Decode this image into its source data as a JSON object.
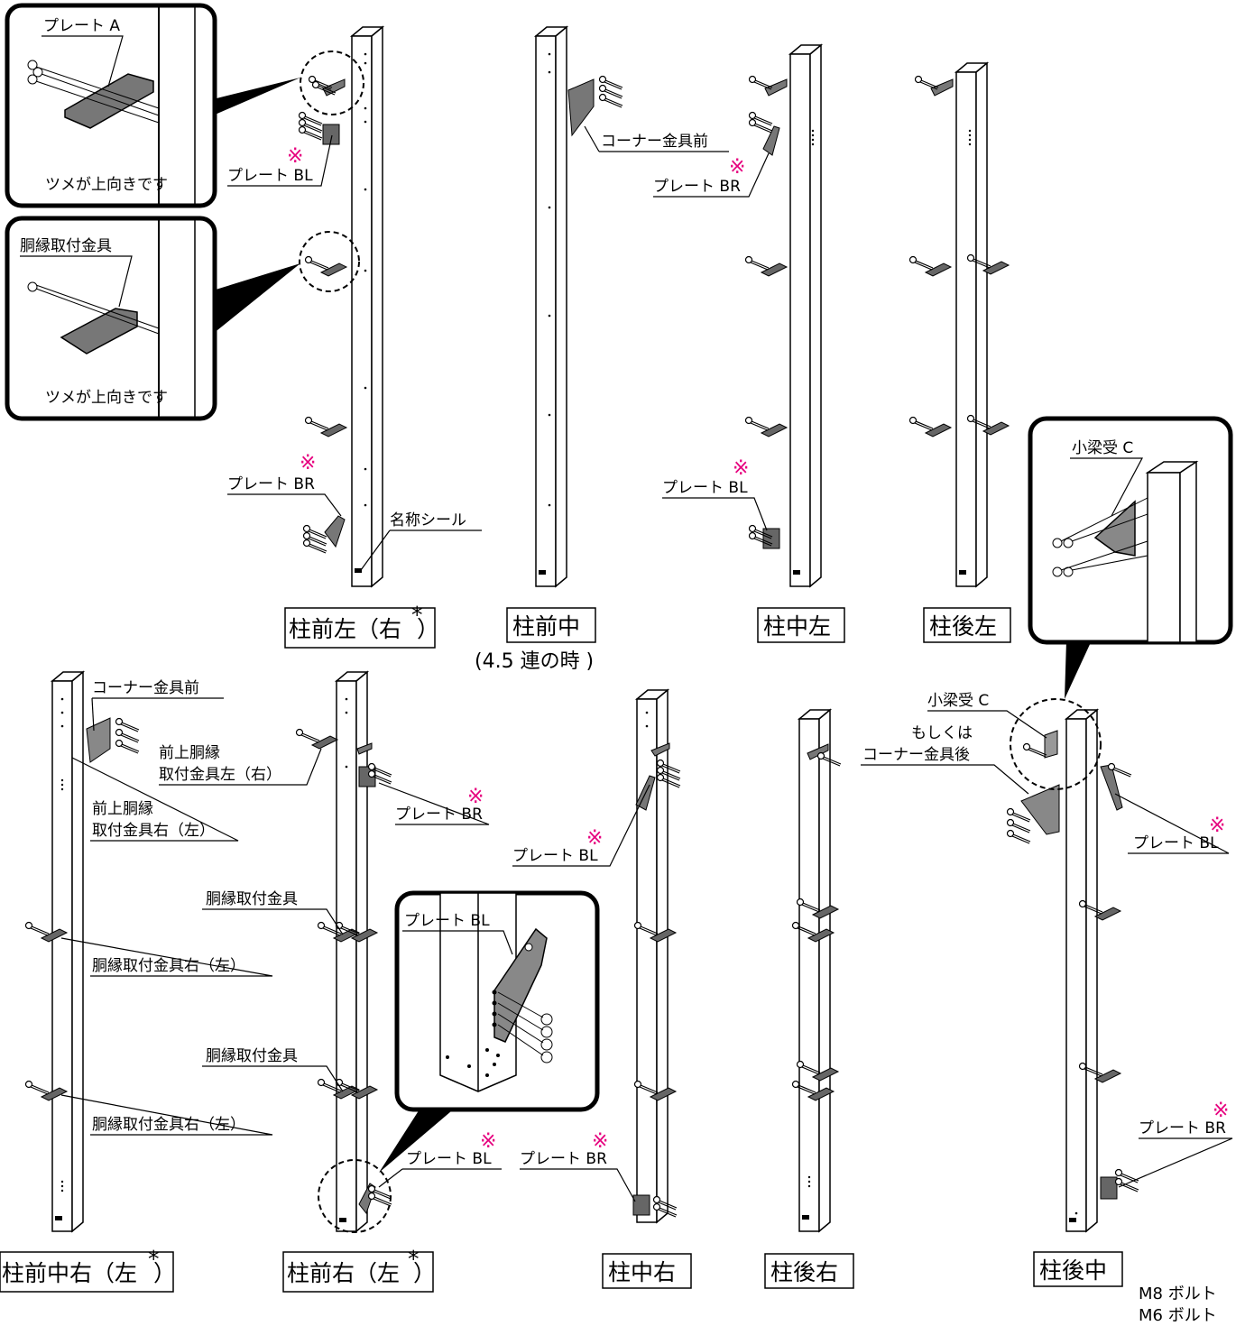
{
  "inset_top_a": {
    "label": "プレート A",
    "note": "ツメが上向きです"
  },
  "inset_top_b": {
    "label": "胴縁取付金具",
    "note": "ツメが上向きです"
  },
  "inset_c": {
    "label": "小梁受 C"
  },
  "inset_d": {
    "label": "プレート BL"
  },
  "kome_mark": "※",
  "callouts": {
    "plate_bl": "プレート BL",
    "plate_br": "プレート BR",
    "name_seal": "名称シール",
    "corner_front": "コーナー金具前",
    "corner_rear": "コーナー金具後",
    "beam_c": "小梁受 C",
    "or_text": "もしくは",
    "furring_bracket": "胴縁取付金具",
    "front_upper_l1": "前上胴縁",
    "front_upper_left_l2": "取付金具左（右）",
    "front_upper_right_l2": "取付金具右（左）",
    "furring_right_left": "胴縁取付金具右（左）"
  },
  "captions": {
    "front_left": "柱前左（右",
    "front_center": "柱前中",
    "front_center_sub": "(4.5 連の時 )",
    "center_left": "柱中左",
    "rear_left": "柱後左",
    "front_center_right": "柱前中右（左",
    "front_right": "柱前右（左",
    "center_right": "柱中右",
    "rear_right": "柱後右",
    "rear_center": "柱後中",
    "asterisk": "*",
    "close_paren": "）"
  },
  "legend": {
    "m8": "M8 ボルト",
    "m6": "M6 ボルト"
  }
}
